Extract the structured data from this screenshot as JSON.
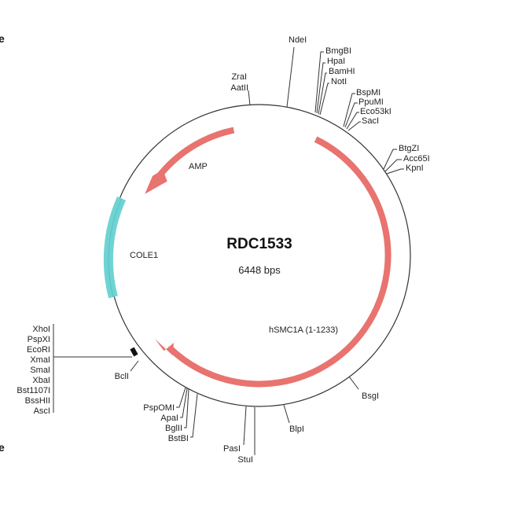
{
  "plasmid": {
    "name": "RDC1533",
    "size": "6448 bps"
  },
  "edge_fragments": [
    "e",
    "e"
  ],
  "features": {
    "amp": {
      "label": "AMP",
      "color": "#e8736f"
    },
    "hsmc1a": {
      "label": "hSMC1A (1-1233)",
      "color": "#e8736f"
    },
    "cole1": {
      "label": "COLE1",
      "color": "#6fd3d3"
    }
  },
  "sites": {
    "ndei": "NdeI",
    "bmgbi": "BmgBI",
    "hpai": "HpaI",
    "bamhi": "BamHI",
    "noti": "NotI",
    "bspmi": "BspMI",
    "ppumi": "PpuMI",
    "eco53ki": "Eco53kI",
    "saci": "SacI",
    "btgzi": "BtgZI",
    "acc65i": "Acc65I",
    "kpni": "KpnI",
    "zrai": "ZraI",
    "aatii": "AatII",
    "xhoi": "XhoI",
    "pspxi": "PspXI",
    "ecori": "EcoRI",
    "xmai": "XmaI",
    "smai": "SmaI",
    "xbai": "XbaI",
    "bst1107i": "Bst1107I",
    "bsshii": "BssHII",
    "asci": "AscI",
    "bcli": "BclI",
    "pspomi": "PspOMI",
    "apai": "ApaI",
    "bglii": "BglII",
    "bstbi": "BstBI",
    "pasi": "PasI",
    "stui": "StuI",
    "blpi": "BlpI",
    "bsgi": "BsgI"
  }
}
